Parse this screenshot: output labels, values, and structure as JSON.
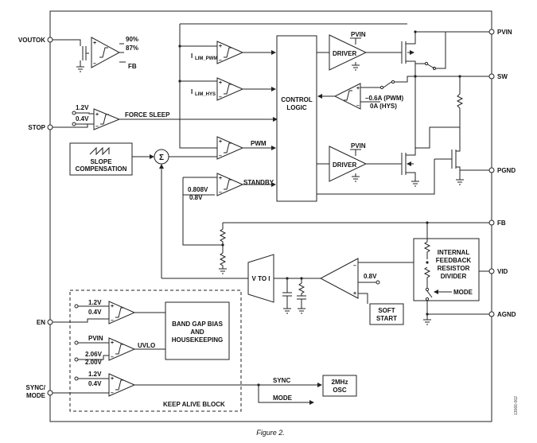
{
  "pins": {
    "voutok": "VOUTOK",
    "stop": "STOP",
    "en": "EN",
    "sync_mode": [
      "SYNC/",
      "MODE"
    ],
    "pvin": "PVIN",
    "sw": "SW",
    "pgnd": "PGND",
    "fb": "FB",
    "vid": "VID",
    "agnd": "AGND"
  },
  "blocks": {
    "control_logic": [
      "CONTROL",
      "LOGIC"
    ],
    "driver": "DRIVER",
    "driver_supply": "PVIN",
    "slope_compensation": [
      "SLOPE",
      "COMPENSATION"
    ],
    "v_to_i": "V TO I",
    "soft_start": [
      "SOFT",
      "START"
    ],
    "feedback_divider": [
      "INTERNAL",
      "FEEDBACK",
      "RESISTOR",
      "DIVIDER"
    ],
    "band_gap": [
      "BAND GAP BIAS",
      "AND",
      "HOUSEKEEPING"
    ],
    "osc": [
      "2MHz",
      "OSC"
    ],
    "keep_alive": "KEEP ALIVE BLOCK"
  },
  "labels": {
    "pct_90": "90%",
    "pct_87": "87%",
    "fb": "FB",
    "ilim_pwm": [
      "I",
      "LIM_PWM"
    ],
    "ilim_hys": [
      "I",
      "LIM_HYS"
    ],
    "v_1_2": "1.2V",
    "v_0_4": "0.4V",
    "force_sleep": "FORCE SLEEP",
    "pwm": "PWM",
    "standby": "STANDBY",
    "v_0_808": "0.808V",
    "v_0_8": "0.8V",
    "zero_cross": [
      "–0.6A (PWM)",
      "0A (HYS)"
    ],
    "ref_0_8": "0.8V",
    "mode_arrow": "MODE",
    "pvin": "PVIN",
    "v_2_06": "2.06V",
    "v_2_00": "2.00V",
    "uvlo": "UVLO",
    "sync": "SYNC",
    "mode": "MODE",
    "sum": "Σ"
  },
  "doc_id": "13066-002",
  "caption": "Figure 2."
}
